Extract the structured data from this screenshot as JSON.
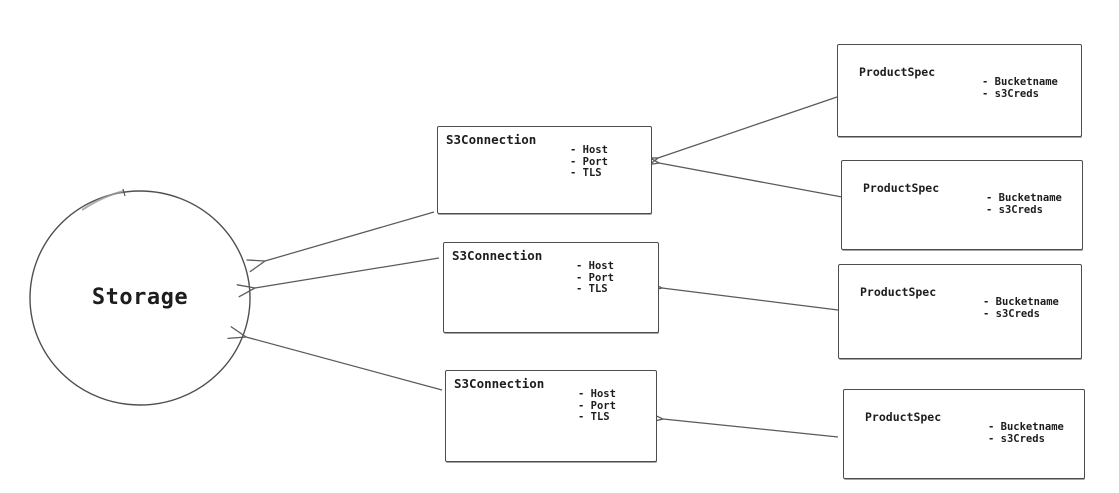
{
  "diagram": {
    "background_color": "#ffffff",
    "stroke_color": "#555555",
    "text_color": "#1d1d1d",
    "storage": {
      "label": "Storage"
    },
    "s3_connections": [
      {
        "title": "S3Connection",
        "attributes": [
          "- Host",
          "- Port",
          "- TLS"
        ]
      },
      {
        "title": "S3Connection",
        "attributes": [
          "- Host",
          "- Port",
          "- TLS"
        ]
      },
      {
        "title": "S3Connection",
        "attributes": [
          "- Host",
          "- Port",
          "- TLS"
        ]
      }
    ],
    "product_specs": [
      {
        "title": "ProductSpec",
        "attributes": [
          "- Bucketname",
          "- s3Creds"
        ]
      },
      {
        "title": "ProductSpec",
        "attributes": [
          "- Bucketname",
          "- s3Creds"
        ]
      },
      {
        "title": "ProductSpec",
        "attributes": [
          "- Bucketname",
          "- s3Creds"
        ]
      },
      {
        "title": "ProductSpec",
        "attributes": [
          "- Bucketname",
          "- s3Creds"
        ]
      }
    ],
    "edges": [
      {
        "from": "product-spec-1",
        "to": "s3-connection-1"
      },
      {
        "from": "product-spec-2",
        "to": "s3-connection-1"
      },
      {
        "from": "product-spec-3",
        "to": "s3-connection-2"
      },
      {
        "from": "product-spec-4",
        "to": "s3-connection-3"
      },
      {
        "from": "s3-connection-1",
        "to": "storage"
      },
      {
        "from": "s3-connection-2",
        "to": "storage"
      },
      {
        "from": "s3-connection-3",
        "to": "storage"
      }
    ]
  }
}
